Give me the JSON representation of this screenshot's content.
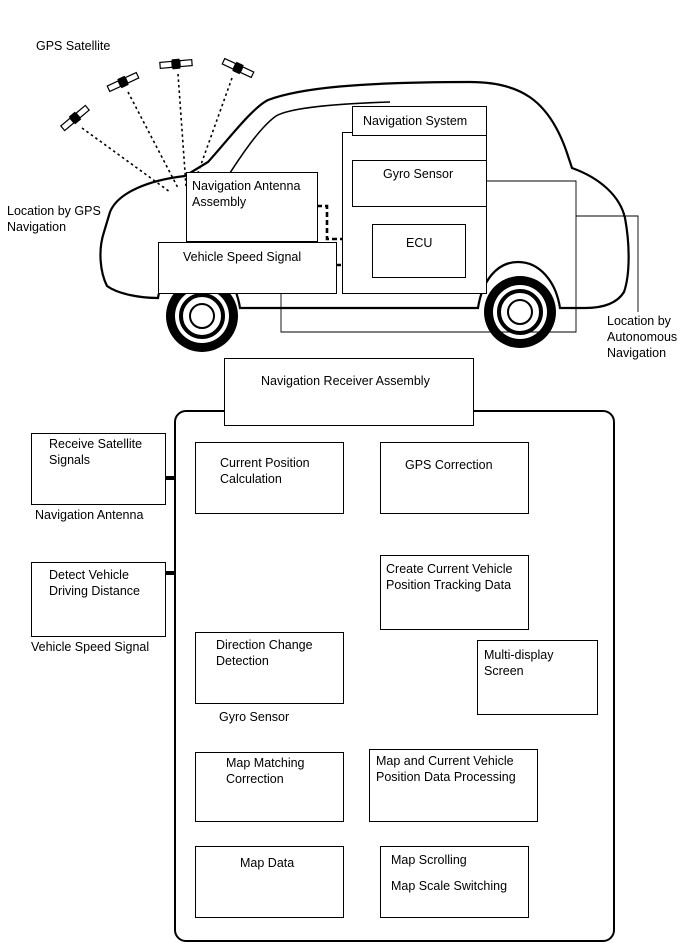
{
  "car": {
    "gps_satellite": "GPS Satellite",
    "location_gps_line1": "Location by GPS",
    "location_gps_line2": "Navigation",
    "navigation_system": "Navigation System",
    "gyro_sensor": "Gyro Sensor",
    "antenna_line1": "Navigation Antenna",
    "antenna_line2": "Assembly",
    "ecu": "ECU",
    "vehicle_speed_signal": "Vehicle Speed Signal",
    "location_auto_line1": "Location by",
    "location_auto_line2": "Autonomous",
    "location_auto_line3": "Navigation"
  },
  "flow": {
    "receiver_assembly": "Navigation Receiver Assembly",
    "receive_sat_line1": "Receive Satellite",
    "receive_sat_line2": "Signals",
    "navigation_antenna": "Navigation Antenna",
    "current_pos_line1": "Current Position",
    "current_pos_line2": "Calculation",
    "gps_correction": "GPS Correction",
    "detect_line1": "Detect Vehicle",
    "detect_line2": "Driving Distance",
    "vehicle_speed_signal": "Vehicle Speed Signal",
    "create_line1": "Create Current Vehicle",
    "create_line2": "Position Tracking Data",
    "direction_line1": "Direction Change",
    "direction_line2": "Detection",
    "gyro_sensor": "Gyro Sensor",
    "multi_line1": "Multi-display",
    "multi_line2": "Screen",
    "map_matching_line1": "Map Matching",
    "map_matching_line2": "Correction",
    "map_current_line1": "Map and Current Vehicle",
    "map_current_line2": "Position Data Processing",
    "map_data": "Map Data",
    "map_scrolling": "Map Scrolling",
    "map_scale": "Map Scale Switching"
  }
}
